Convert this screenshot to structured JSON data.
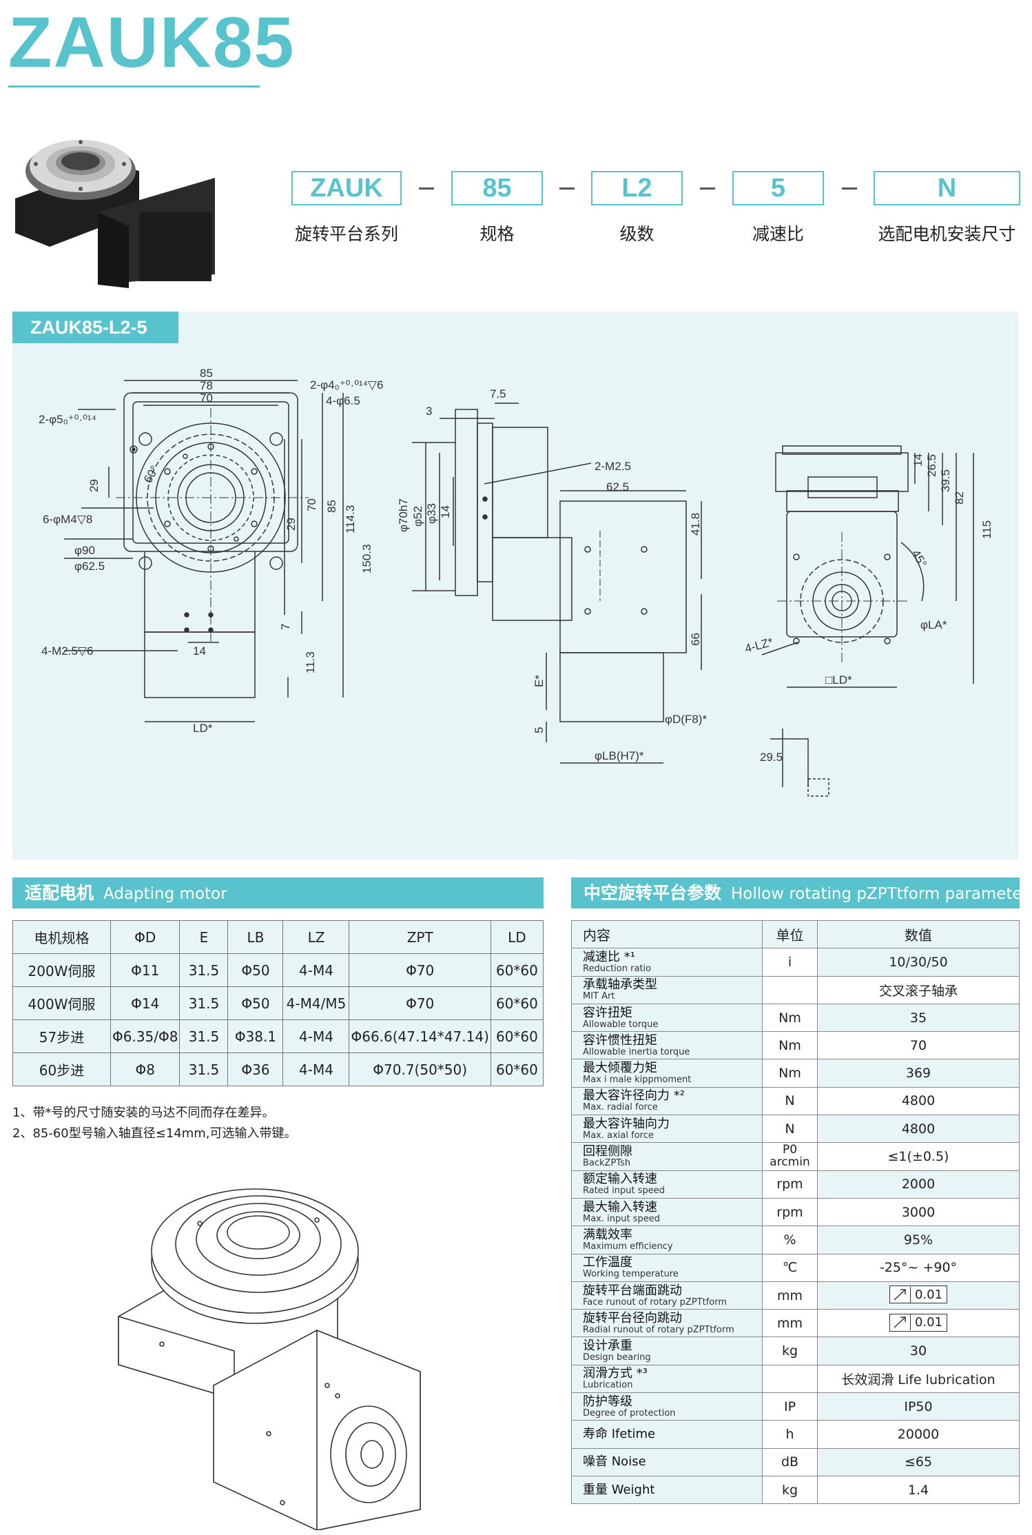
{
  "title": "ZAUK85",
  "model_code": [
    {
      "code": "ZAUK",
      "caption": "旋转平台系列"
    },
    {
      "code": "85",
      "caption": "规格"
    },
    {
      "code": "L2",
      "caption": "级数"
    },
    {
      "code": "5",
      "caption": "减速比"
    },
    {
      "code": "N",
      "caption": "选配电机安装尺寸"
    }
  ],
  "drawing": {
    "tab_label": "ZAUK85-L2-5",
    "dims": {
      "d85": "85",
      "d78": "78",
      "d70": "70",
      "hole_top": "2-φ4₀⁺⁰·⁰¹⁴▽6",
      "hole_65": "4-φ6.5",
      "hole_left": "2-φ5₀⁺⁰·⁰¹⁴",
      "d29a": "29",
      "d60": "60°",
      "m4": "6-φM4▽8",
      "d29b": "29",
      "d70v": "70",
      "d85v": "85",
      "d1143": "114.3",
      "d1503": "150.3",
      "d90": "φ90",
      "d625": "φ62.5",
      "m25": "4-M2.5▽6",
      "d14": "14",
      "d7": "7",
      "d113": "11.3",
      "ld": "LD*",
      "s3": "3",
      "s75": "7.5",
      "sm25": "2-M2.5",
      "s625": "62.5",
      "s70h7": "φ70h7",
      "s52": "φ52",
      "s33": "φ33",
      "s14": "14",
      "s418": "41.8",
      "s66": "66",
      "sE": "E*",
      "s5": "5",
      "sD": "φD(F8)*",
      "sLB": "φLB(H7)*",
      "r14": "14",
      "r265": "26.5",
      "r395": "39.5",
      "r82": "82",
      "r115": "115",
      "r45": "45°",
      "rLA": "φLA*",
      "rLZ": "4-LZ*",
      "rLD": "□LD*",
      "k295": "29.5"
    }
  },
  "motor_section": {
    "cn": "适配电机",
    "en": "Adapting motor"
  },
  "motor_table": {
    "headers": [
      "电机规格",
      "ΦD",
      "E",
      "LB",
      "LZ",
      "ZPT",
      "LD"
    ],
    "rows": [
      [
        "200W伺服",
        "Φ11",
        "31.5",
        "Φ50",
        "4-M4",
        "Φ70",
        "60*60"
      ],
      [
        "400W伺服",
        "Φ14",
        "31.5",
        "Φ50",
        "4-M4/M5",
        "Φ70",
        "60*60"
      ],
      [
        "57步进",
        "Φ6.35/Φ8",
        "31.5",
        "Φ38.1",
        "4-M4",
        "Φ66.6(47.14*47.14)",
        "60*60"
      ],
      [
        "60步进",
        "Φ8",
        "31.5",
        "Φ36",
        "4-M4",
        "Φ70.7(50*50)",
        "60*60"
      ]
    ]
  },
  "notes": [
    "1、带*号的尺寸随安装的马达不同而存在差异。",
    "2、85-60型号输入轴直径≤14mm,可选输入带键。"
  ],
  "params_section": {
    "cn": "中空旋转平台参数",
    "en": "Hollow rotating pZPTtform parameters"
  },
  "params_table": {
    "headers": [
      "内容",
      "单位",
      "数值"
    ],
    "rows": [
      {
        "cn": "减速比 *¹",
        "en": "Reduction ratio",
        "unit": "i",
        "value": "10/30/50"
      },
      {
        "cn": "承载轴承类型",
        "en": "MIT Art",
        "unit": "",
        "value": "交叉滚子轴承"
      },
      {
        "cn": "容许扭矩",
        "en": "Allowable torque",
        "unit": "Nm",
        "value": "35"
      },
      {
        "cn": "容许惯性扭矩",
        "en": "Allowable inertia torque",
        "unit": "Nm",
        "value": "70"
      },
      {
        "cn": "最大倾覆力矩",
        "en": "Max i male kippmoment",
        "unit": "Nm",
        "value": "369"
      },
      {
        "cn": "最大容许径向力 *²",
        "en": "Max. radial force",
        "unit": "N",
        "value": "4800"
      },
      {
        "cn": "最大容许轴向力",
        "en": "Max. axial force",
        "unit": "N",
        "value": "4800"
      },
      {
        "cn": "回程侧隙",
        "en": "BackZPTsh",
        "unit": "P0 arcmin",
        "value": "≤1(±0.5)"
      },
      {
        "cn": "额定输入转速",
        "en": "Rated input speed",
        "unit": "rpm",
        "value": "2000"
      },
      {
        "cn": "最大输入转速",
        "en": "Max. input speed",
        "unit": "rpm",
        "value": "3000"
      },
      {
        "cn": "满载效率",
        "en": "Maximum efficiency",
        "unit": "%",
        "value": "95%"
      },
      {
        "cn": "工作温度",
        "en": "Working temperature",
        "unit": "℃",
        "value": "-25°~ +90°"
      },
      {
        "cn": "旋转平台端面跳动",
        "en": "Face runout of rotary pZPTtform",
        "unit": "mm",
        "value": "0.01"
      },
      {
        "cn": "旋转平台径向跳动",
        "en": "Radial runout of rotary pZPTtform",
        "unit": "mm",
        "value": "0.01"
      },
      {
        "cn": "设计承重",
        "en": "Design bearing",
        "unit": "kg",
        "value": "30"
      },
      {
        "cn": "润滑方式 *³",
        "en": "Lubrication",
        "unit": "",
        "value": "长效润滑 Life lubrication"
      },
      {
        "cn": "防护等级",
        "en": "Degree of protection",
        "unit": "IP",
        "value": "IP50"
      },
      {
        "cn": "寿命 Ifetime",
        "en": "",
        "unit": "h",
        "value": "20000"
      },
      {
        "cn": "噪音 Noise",
        "en": "",
        "unit": "dB",
        "value": "≤65"
      },
      {
        "cn": "重量 Weight",
        "en": "",
        "unit": "kg",
        "value": "1.4"
      }
    ]
  }
}
